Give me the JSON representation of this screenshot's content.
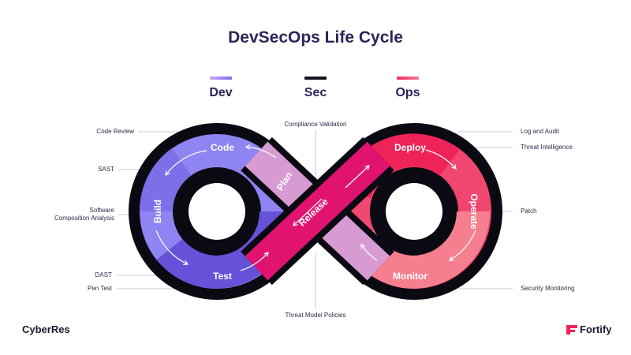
{
  "title": "DevSecOps Life Cycle",
  "legend": [
    {
      "label": "Dev",
      "color": "#8a7cf0"
    },
    {
      "label": "Sec",
      "color": "#15131f"
    },
    {
      "label": "Ops",
      "color": "#ef2a62"
    }
  ],
  "phases": {
    "code": "Code",
    "build": "Build",
    "test": "Test",
    "plan": "Plan",
    "release": "Release",
    "deploy": "Deploy",
    "operate": "Operate",
    "monitor": "Monitor"
  },
  "callouts": {
    "code_review": "Code Review",
    "sast": "SAST",
    "sca_line1": "Software",
    "sca_line2": "Composition Analysis",
    "dast": "DAST",
    "pen_test": "Pen Test",
    "compliance": "Compliance Validation",
    "threat_model": "Threat Model Policies",
    "log_audit": "Log and Audit",
    "threat_intel": "Threat Intelligence",
    "patch": "Patch",
    "security_monitoring": "Security Monitoring"
  },
  "brands": {
    "left": "CyberRes",
    "right": "Fortify"
  }
}
